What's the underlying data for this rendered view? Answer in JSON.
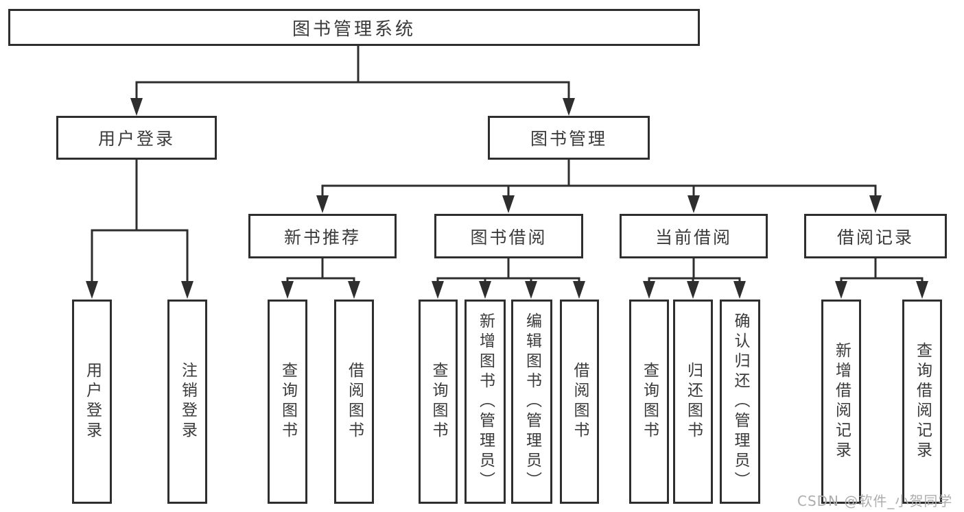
{
  "diagram": {
    "type": "hierarchy-tree",
    "title": "图书管理系统",
    "watermark": "CSDN @软件_小贺同学",
    "colors": {
      "line": "#2e2e2e",
      "box_border": "#2e2e2e",
      "text": "#3a3a3a",
      "background": "#ffffff",
      "watermark": "#adadad"
    },
    "nodes": {
      "root": {
        "label": "图书管理系统"
      },
      "level2": [
        {
          "label": "用户登录",
          "parent": "图书管理系统"
        },
        {
          "label": "图书管理",
          "parent": "图书管理系统"
        }
      ],
      "level3": [
        {
          "label": "新书推荐",
          "parent": "图书管理"
        },
        {
          "label": "图书借阅",
          "parent": "图书管理"
        },
        {
          "label": "当前借阅",
          "parent": "图书管理"
        },
        {
          "label": "借阅记录",
          "parent": "图书管理"
        }
      ],
      "leaves": [
        {
          "label": "用户登录",
          "parent": "用户登录"
        },
        {
          "label": "注销登录",
          "parent": "用户登录"
        },
        {
          "label": "查询图书",
          "parent": "新书推荐"
        },
        {
          "label": "借阅图书",
          "parent": "新书推荐"
        },
        {
          "label": "查询图书",
          "parent": "图书借阅"
        },
        {
          "label": "新增图书（管理员）",
          "parent": "图书借阅"
        },
        {
          "label": "编辑图书（管理员）",
          "parent": "图书借阅"
        },
        {
          "label": "借阅图书",
          "parent": "图书借阅"
        },
        {
          "label": "查询图书",
          "parent": "当前借阅"
        },
        {
          "label": "归还图书",
          "parent": "当前借阅"
        },
        {
          "label": "确认归还（管理员）",
          "parent": "当前借阅"
        },
        {
          "label": "新增借阅记录",
          "parent": "借阅记录"
        },
        {
          "label": "查询借阅记录",
          "parent": "借阅记录"
        }
      ]
    }
  }
}
